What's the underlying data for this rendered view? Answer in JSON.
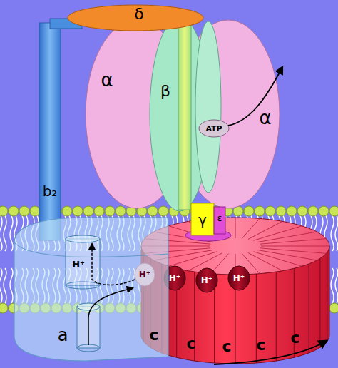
{
  "diagram": {
    "labels": [
      "δ",
      "α",
      "β",
      "ATP",
      "α",
      "b₂",
      "γ",
      "ε",
      "H⁺",
      "H⁺",
      "H⁺",
      "H⁺",
      "H⁺",
      "a",
      "c",
      "c",
      "c",
      "c",
      "c"
    ]
  }
}
